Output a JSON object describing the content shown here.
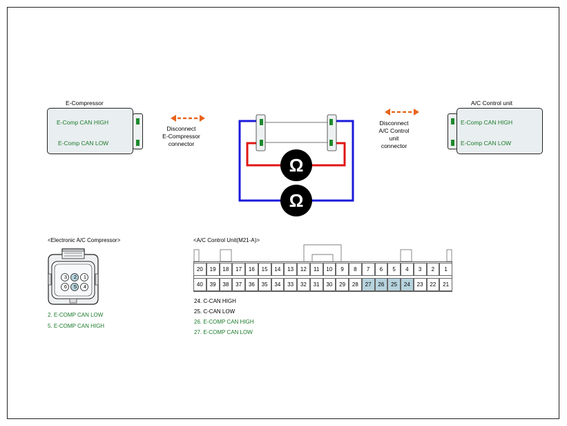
{
  "colors": {
    "green_text": "#1b7a2b",
    "arrow_orange": "#e8631a",
    "wire_blue": "#1a1adb",
    "wire_red": "#e01515",
    "highlight": "#b6d3dd"
  },
  "left_unit": {
    "title": "E-Compressor",
    "signal_high": "E-Comp CAN HIGH",
    "signal_low": "E-Comp CAN LOW"
  },
  "right_unit": {
    "title": "A/C Control unit",
    "signal_high": "E-Comp CAN HIGH",
    "signal_low": "E-Comp CAN LOW"
  },
  "notes": {
    "left": [
      "Disconnect",
      "E-Compressor",
      "connector"
    ],
    "right": [
      "Disconnect",
      "A/C Control",
      "unit",
      "connector"
    ]
  },
  "meter_symbol": "Ω",
  "compressor_connector": {
    "title": "<Electronic A/C Compressor>",
    "top_pins": [
      "3",
      "2",
      "1"
    ],
    "bottom_pins": [
      "6",
      "5",
      "4"
    ],
    "highlighted_pins": [
      "2",
      "5"
    ],
    "legend": [
      "2. E-COMP CAN LOW",
      "5. E-COMP CAN HIGH"
    ]
  },
  "control_connector": {
    "title": "<A/C Control Unit(M21-A)>",
    "top_row": [
      "20",
      "19",
      "18",
      "17",
      "16",
      "15",
      "14",
      "13",
      "12",
      "11",
      "10",
      "9",
      "8",
      "7",
      "6",
      "5",
      "4",
      "3",
      "2",
      "1"
    ],
    "bottom_row": [
      "40",
      "39",
      "38",
      "37",
      "36",
      "35",
      "34",
      "33",
      "32",
      "31",
      "30",
      "29",
      "28",
      "27",
      "26",
      "25",
      "24",
      "23",
      "22",
      "21"
    ],
    "highlighted_pins": [
      "27",
      "26",
      "25",
      "24"
    ],
    "legend": [
      {
        "text": "24. C-CAN HIGH",
        "color": "black"
      },
      {
        "text": "25. C-CAN LOW",
        "color": "black"
      },
      {
        "text": "26. E-COMP CAN HIGH",
        "color": "green"
      },
      {
        "text": "27. E-COMP CAN LOW",
        "color": "green"
      }
    ]
  }
}
